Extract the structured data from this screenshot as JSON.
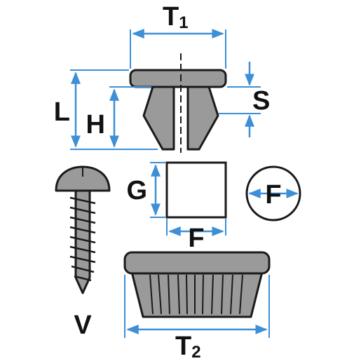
{
  "labels": {
    "t1": "T",
    "t1_sub": "1",
    "l": "L",
    "h": "H",
    "s": "S",
    "g": "G",
    "f_bottom": "F",
    "f_circle": "F",
    "v": "V",
    "t2": "T",
    "t2_sub": "2"
  },
  "colors": {
    "part_fill": "#9a9a9a",
    "part_fill_light": "#c7c7c7",
    "outline": "#1a1a1a",
    "dimension": "#3d8fd6",
    "background": "#ffffff"
  }
}
